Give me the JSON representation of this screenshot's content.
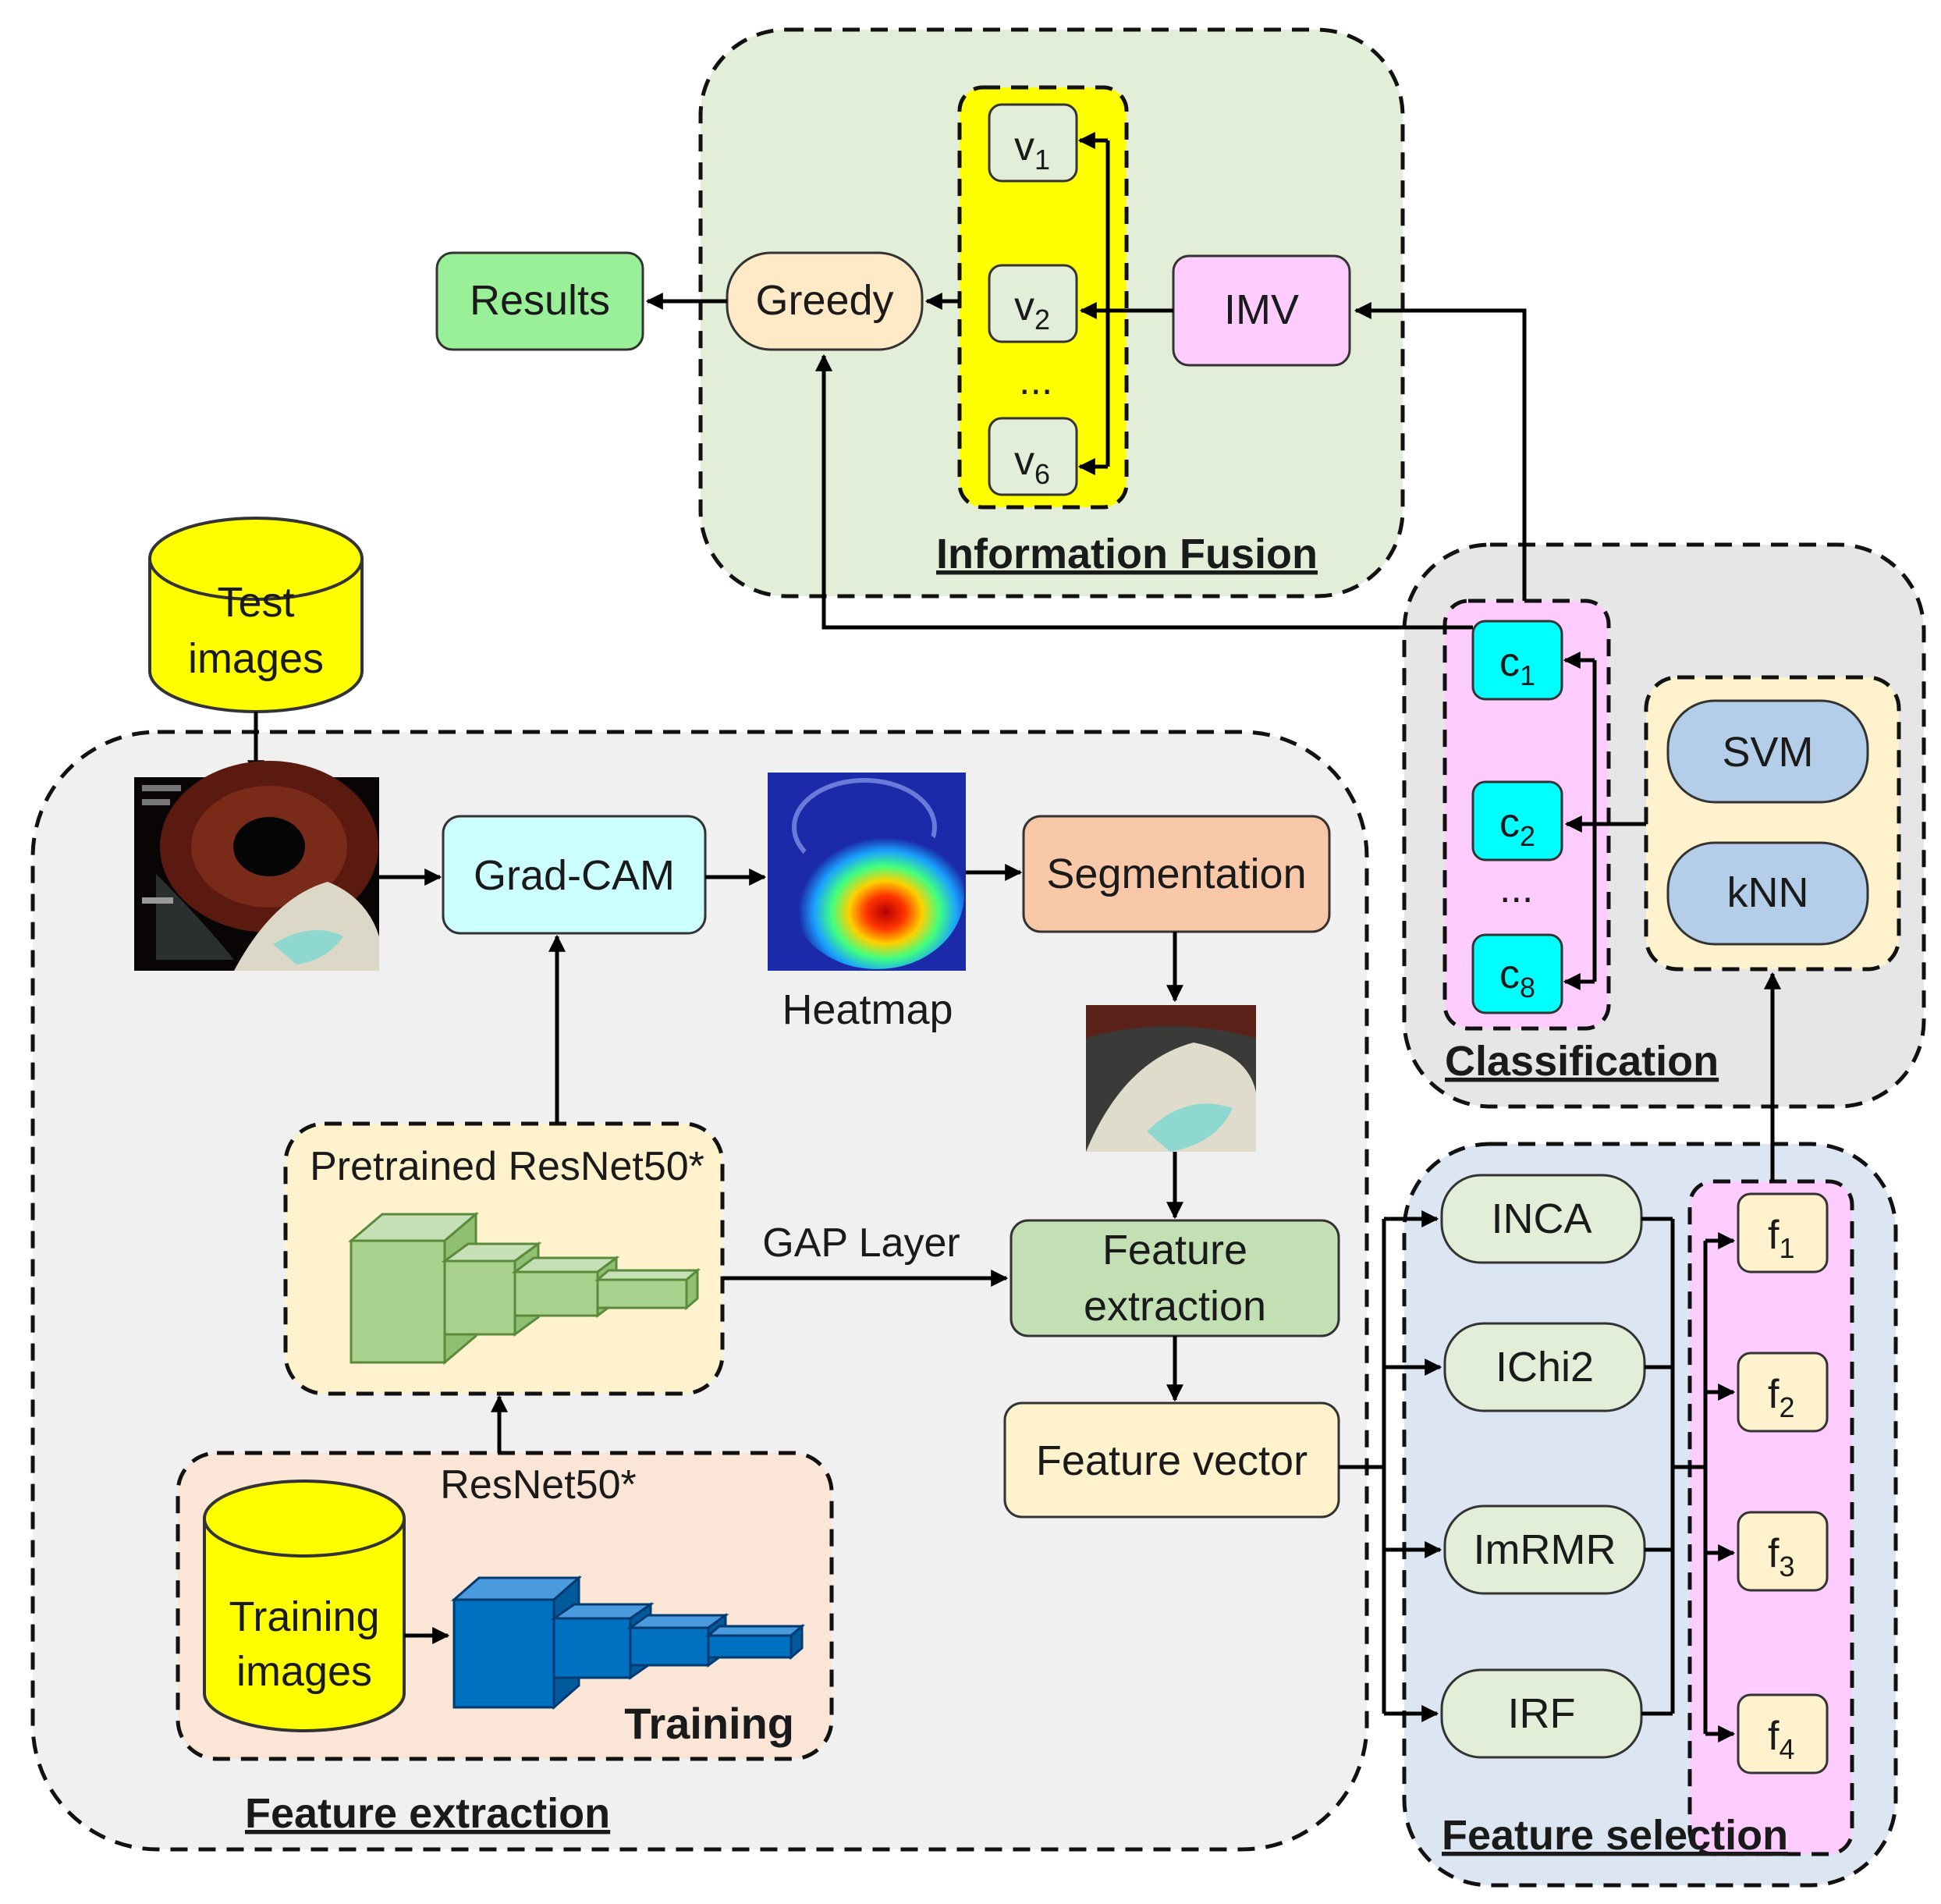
{
  "sections": {
    "information_fusion": "Information Fusion",
    "classification": "Classification",
    "feature_extraction": "Feature extraction",
    "feature_selection": "Feature selection"
  },
  "nodes": {
    "results": "Results",
    "greedy": "Greedy",
    "imv": "IMV",
    "v_letter": "v",
    "v_subs": [
      "1",
      "2",
      "6"
    ],
    "v_ellipsis": "...",
    "test_images_line1": "Test",
    "test_images_line2": "images",
    "grad_cam": "Grad-CAM",
    "heatmap": "Heatmap",
    "segmentation": "Segmentation",
    "pretrained_resnet": "Pretrained ResNet50*",
    "gap_layer": "GAP Layer",
    "feature_extraction_line1": "Feature",
    "feature_extraction_line2": "extraction",
    "feature_vector": "Feature vector",
    "resnet50": "ResNet50*",
    "training_images_line1": "Training",
    "training_images_line2": "images",
    "training": "Training",
    "c_letter": "c",
    "c_subs": [
      "1",
      "2",
      "8"
    ],
    "c_ellipsis": "...",
    "svm": "SVM",
    "knn": "kNN",
    "selectors": [
      "INCA",
      "IChi2",
      "ImRMR",
      "IRF"
    ],
    "f_letter": "f",
    "f_subs": [
      "1",
      "2",
      "3",
      "4"
    ]
  },
  "colors": {
    "fusion_bg": "#e2eed8",
    "gray_bg": "#ececec",
    "selection_bg": "#dce6f2",
    "yellow": "#ffff00",
    "magenta_panel": "#ffccff",
    "cyan": "#00ffff",
    "results_green": "#99f099",
    "greedy_cream": "#ffe9c6",
    "imv_pink": "#ffccff",
    "gradcam_blue": "#ccffff",
    "segmentation_orange": "#f8c8a8",
    "feature_green": "#c3e0b4",
    "cream": "#fff2cc",
    "training_peach": "#fbe5d6",
    "classifier_blue": "#b4cde8",
    "layer_green": "#a9d18e",
    "layer_blue": "#0070c0"
  }
}
